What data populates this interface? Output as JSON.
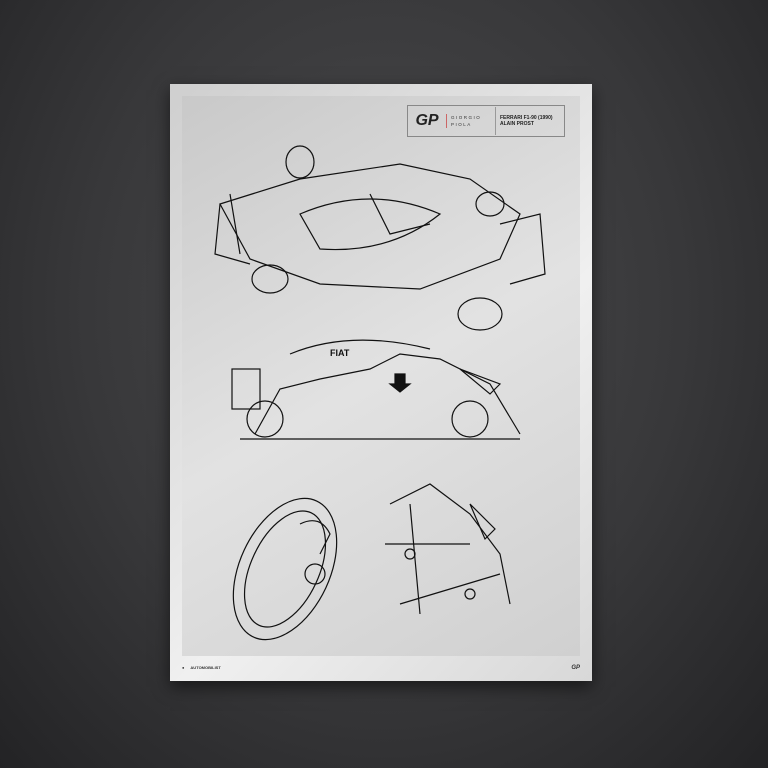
{
  "poster": {
    "logo_mark": "GP",
    "brand_line1": "GIORGIO",
    "brand_line2": "PIOLA",
    "car_title": "FERRARI F1-90 (1990)",
    "driver": "ALAIN PROST",
    "livery_text": "FIAT",
    "footer": {
      "publisher": "AUTOMOBILIST",
      "right_mark": "GP"
    }
  },
  "colors": {
    "accent": "#c0392b",
    "ink": "#111111",
    "paper": "#e2e2e2",
    "background": "#38383a"
  }
}
